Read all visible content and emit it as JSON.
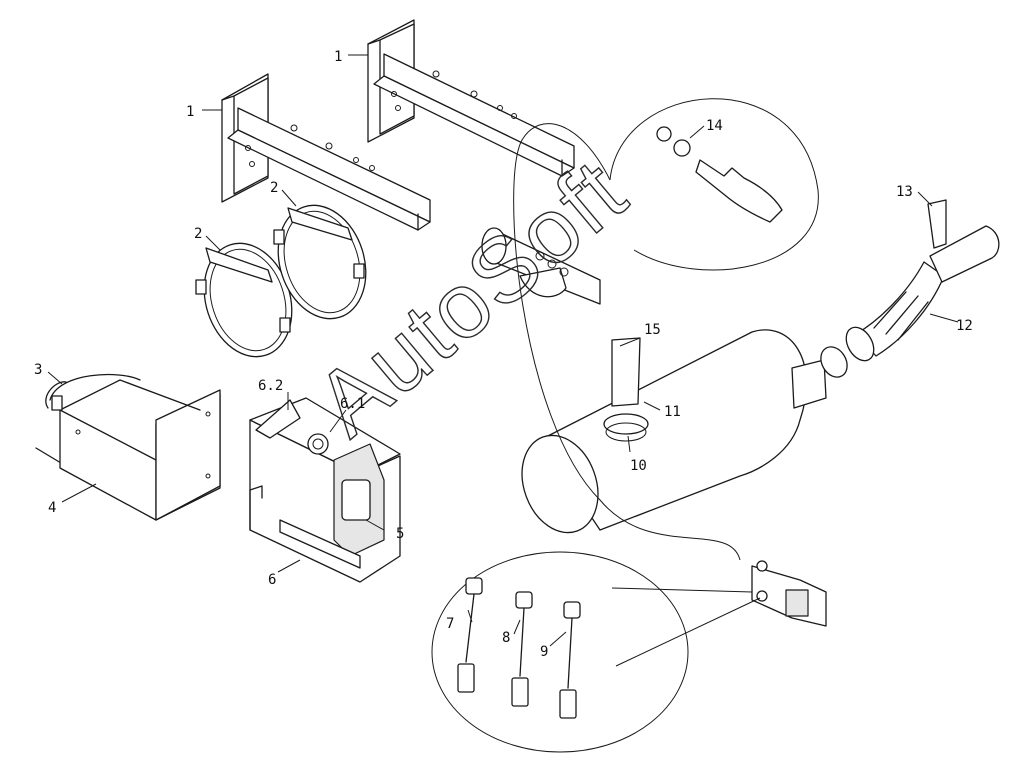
{
  "diagram": {
    "watermark": "AutoSoft",
    "labels": {
      "l1a": "1",
      "l1b": "1",
      "l2a": "2",
      "l2b": "2",
      "l3": "3",
      "l4": "4",
      "l5": "5",
      "l6": "6",
      "l61": "6.1",
      "l62": "6.2",
      "l7": "7",
      "l8": "8",
      "l9": "9",
      "l10": "10",
      "l11": "11",
      "l12": "12",
      "l13": "13",
      "l14": "14",
      "l15": "15"
    },
    "colors": {
      "line": "#1a1a1a",
      "background": "#ffffff"
    }
  }
}
